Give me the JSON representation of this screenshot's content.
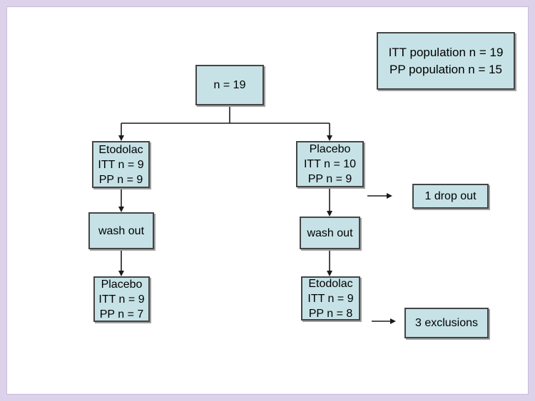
{
  "diagram": {
    "title_box": "n = 19",
    "summary_box": {
      "lines": [
        "ITT population n = 19",
        "PP population n = 15"
      ]
    },
    "left_arm": {
      "first_period": {
        "lines": [
          "Etodolac",
          "ITT n = 9",
          "PP n = 9"
        ]
      },
      "washout": "wash out",
      "second_period": {
        "lines": [
          "Placebo",
          "ITT n = 9",
          "PP n = 7"
        ]
      }
    },
    "right_arm": {
      "first_period": {
        "lines": [
          "Placebo",
          "ITT n = 10",
          "PP n = 9"
        ]
      },
      "washout": "wash out",
      "second_period": {
        "lines": [
          "Etodolac",
          "ITT n = 9",
          "PP n = 8"
        ]
      }
    },
    "dropout_box": "1 drop out",
    "exclusions_box": "3 exclusions"
  },
  "colors": {
    "frame": "#dcd2ea",
    "paper": "#ffffff",
    "box_fill": "#c6e2e6",
    "box_border": "#454545",
    "connector": "#1a1a1a",
    "shadow": "#a0a0a0"
  }
}
